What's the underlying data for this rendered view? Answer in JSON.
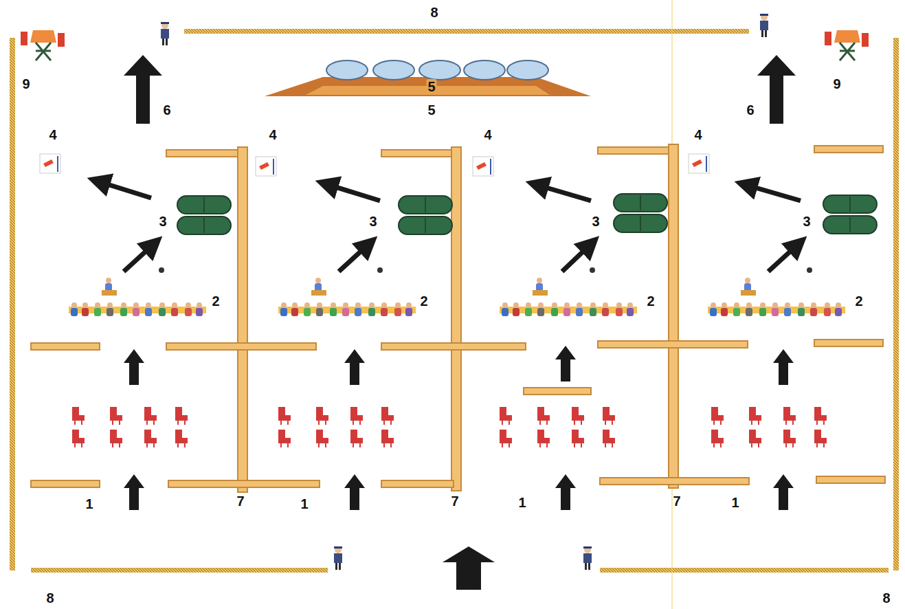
{
  "diagram": {
    "labels": [
      "8",
      "9",
      "6",
      "5",
      "5",
      "6",
      "9",
      "4",
      "4",
      "4",
      "4",
      "3",
      "3",
      "3",
      "3",
      "2",
      "2",
      "2",
      "2",
      "1",
      "7",
      "1",
      "7",
      "1",
      "7",
      "1",
      "8",
      "8"
    ]
  }
}
